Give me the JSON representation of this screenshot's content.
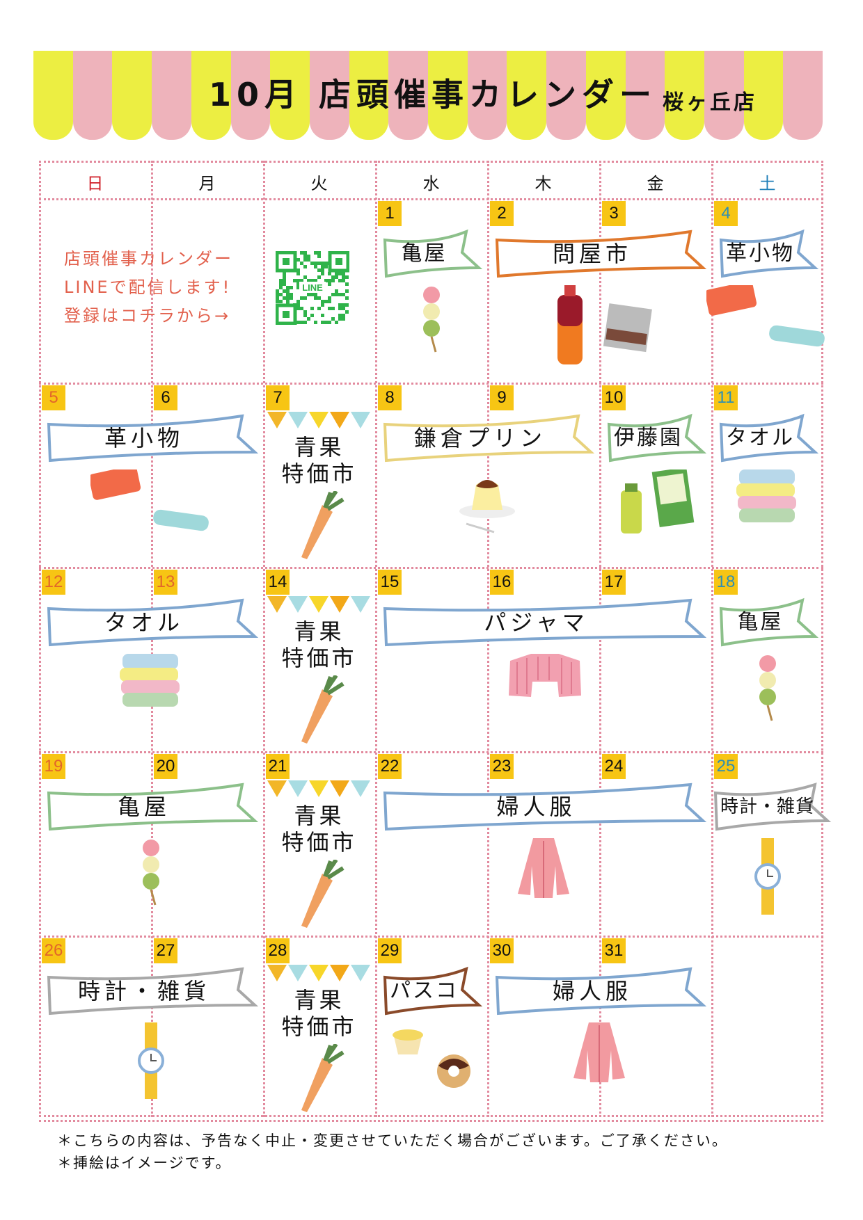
{
  "header": {
    "title": "10月 店頭催事カレンダー",
    "store": "桜ヶ丘店"
  },
  "colors": {
    "yellow": "#ecee42",
    "pink": "#eeb3bb",
    "badge": "#f7c514",
    "holiday_number": "#e2662a",
    "saturday_number": "#2f8fb3",
    "sunday_label": "#d0202a",
    "saturday_label": "#1f7fb8",
    "intro_text": "#e2604c",
    "qr": "#2fb34a"
  },
  "weekdays": [
    {
      "label": "日",
      "type": "sun"
    },
    {
      "label": "月",
      "type": "wd"
    },
    {
      "label": "火",
      "type": "wd"
    },
    {
      "label": "水",
      "type": "wd"
    },
    {
      "label": "木",
      "type": "wd"
    },
    {
      "label": "金",
      "type": "wd"
    },
    {
      "label": "土",
      "type": "sat"
    }
  ],
  "month": {
    "first_weekday": 3,
    "days": 31,
    "holidays": [
      13
    ]
  },
  "intro": {
    "line1": "店頭催事カレンダー",
    "line2": "LINEで配信します!",
    "line3": "登録はコチラから→",
    "qr_label": "LINE"
  },
  "events": [
    {
      "start": 1,
      "end": 1,
      "label": "亀屋",
      "color": "#8cc08a",
      "icon": "dango"
    },
    {
      "start": 2,
      "end": 3,
      "label": "問屋市",
      "color": "#e0782c",
      "icon": "bottle-and-bag"
    },
    {
      "start": 4,
      "end": 4,
      "label": "革小物",
      "color": "#7fa6cf",
      "icon": "pouch"
    },
    {
      "start": 5,
      "end": 6,
      "label": "革小物",
      "color": "#7fa6cf",
      "icon": "pouch"
    },
    {
      "start": 8,
      "end": 9,
      "label": "鎌倉プリン",
      "color": "#e8d27c",
      "icon": "pudding"
    },
    {
      "start": 10,
      "end": 10,
      "label": "伊藤園",
      "color": "#8cc08a",
      "icon": "tea"
    },
    {
      "start": 11,
      "end": 11,
      "label": "タオル",
      "color": "#7fa6cf",
      "icon": "towel"
    },
    {
      "start": 12,
      "end": 13,
      "label": "タオル",
      "color": "#7fa6cf",
      "icon": "towel"
    },
    {
      "start": 15,
      "end": 17,
      "label": "パジャマ",
      "color": "#7fa6cf",
      "icon": "pajama"
    },
    {
      "start": 18,
      "end": 18,
      "label": "亀屋",
      "color": "#8cc08a",
      "icon": "dango"
    },
    {
      "start": 19,
      "end": 20,
      "label": "亀屋",
      "color": "#8cc08a",
      "icon": "dango"
    },
    {
      "start": 22,
      "end": 24,
      "label": "婦人服",
      "color": "#7fa6cf",
      "icon": "cardigan"
    },
    {
      "start": 25,
      "end": 25,
      "label": "時計・雑貨",
      "color": "#a8a8a8",
      "icon": "watch"
    },
    {
      "start": 26,
      "end": 27,
      "label": "時計・雑貨",
      "color": "#a8a8a8",
      "icon": "watch"
    },
    {
      "start": 29,
      "end": 29,
      "label": "パスコ",
      "color": "#8a4a2a",
      "icon": "bread"
    },
    {
      "start": 30,
      "end": 31,
      "label": "婦人服",
      "color": "#7fa6cf",
      "icon": "cardigan"
    }
  ],
  "markets": [
    {
      "day": 7,
      "line1": "青果",
      "line2": "特価市",
      "icon": "carrot"
    },
    {
      "day": 14,
      "line1": "青果",
      "line2": "特価市",
      "icon": "carrot"
    },
    {
      "day": 21,
      "line1": "青果",
      "line2": "特価市",
      "icon": "carrot"
    },
    {
      "day": 28,
      "line1": "青果",
      "line2": "特価市",
      "icon": "carrot"
    }
  ],
  "footer": {
    "line1": "＊こちらの内容は、予告なく中止・変更させていただく場合がございます。ご了承ください。",
    "line2": "＊挿絵はイメージです。"
  }
}
